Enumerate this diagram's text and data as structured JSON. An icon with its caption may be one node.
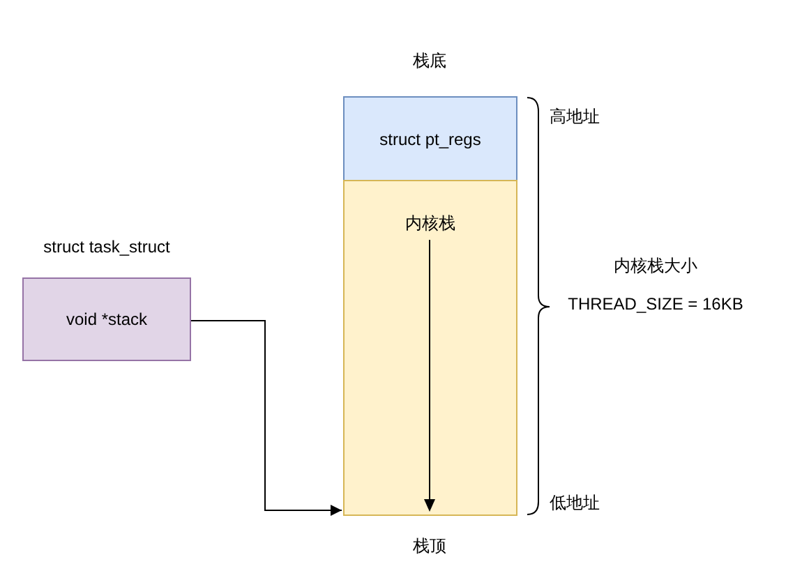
{
  "diagram": {
    "nodes": [
      {
        "text": [
          "struct task_struct",
          "void *stack"
        ]
      },
      {
        "text": [
          "struct pt_regs"
        ]
      },
      {
        "text": [
          "内核栈"
        ]
      }
    ],
    "edges": [
      {
        "from": 0,
        "to": 2,
        "arrow": "to"
      }
    ],
    "labels": [
      "栈底",
      "高地址",
      "内核栈大小",
      "THREAD_SIZE = 16KB",
      "低地址",
      "栈顶"
    ]
  }
}
